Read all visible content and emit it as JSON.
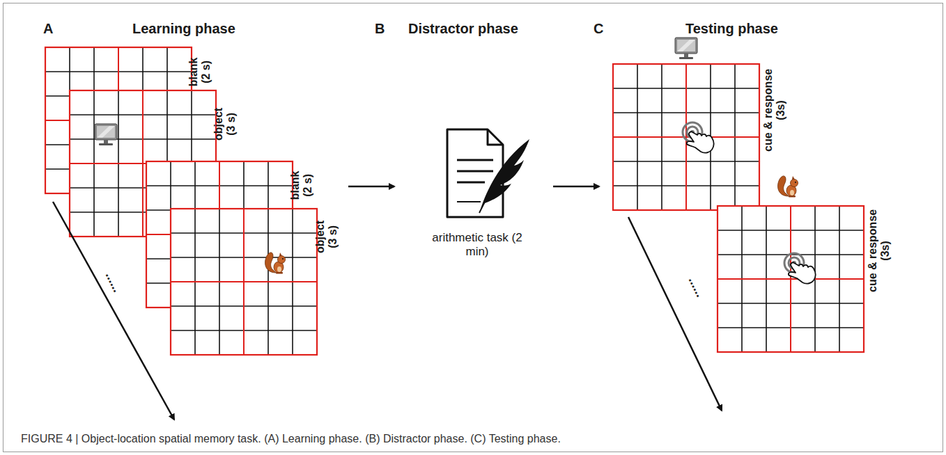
{
  "diagram": {
    "caption": "FIGURE 4 | Object-location spatial memory task. (A) Learning phase. (B) Distractor phase. (C) Testing phase.",
    "labels": [
      "A",
      "Learning phase",
      "B",
      "Distractor phase",
      "C",
      "Testing phase",
      "blank (2 s)",
      "object (3 s)",
      "blank (2 s)",
      "object (3 s)",
      "......",
      "arithmetic task (2 min)",
      "cue & response (3s)",
      "cue & response (3s)",
      "......"
    ]
  }
}
